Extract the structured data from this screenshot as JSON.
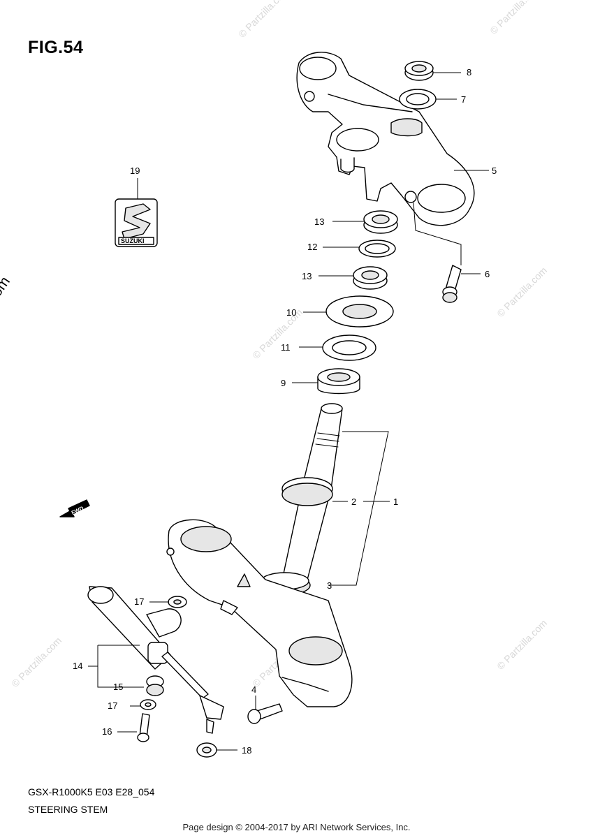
{
  "figure": {
    "title": "FIG.54",
    "model_code": "GSX-R1000K5 E03 E28_054",
    "section_name": "STEERING STEM"
  },
  "footer": "Page design © 2004-2017 by ARI Network Services, Inc.",
  "copyright_mark": "© Partzilla.com",
  "watermark_text": "© Partzilla.com",
  "emblem": {
    "brand": "SUZUKI"
  },
  "fwd_arrow": {
    "label": "FWD"
  },
  "callouts": [
    {
      "id": "c8",
      "label": "8"
    },
    {
      "id": "c7",
      "label": "7"
    },
    {
      "id": "c5",
      "label": "5"
    },
    {
      "id": "c19",
      "label": "19"
    },
    {
      "id": "c6",
      "label": "6"
    },
    {
      "id": "c13a",
      "label": "13"
    },
    {
      "id": "c12",
      "label": "12"
    },
    {
      "id": "c13b",
      "label": "13"
    },
    {
      "id": "c10",
      "label": "10"
    },
    {
      "id": "c11",
      "label": "11"
    },
    {
      "id": "c9",
      "label": "9"
    },
    {
      "id": "c2",
      "label": "2"
    },
    {
      "id": "c1",
      "label": "1"
    },
    {
      "id": "c3",
      "label": "3"
    },
    {
      "id": "c17a",
      "label": "17"
    },
    {
      "id": "c14",
      "label": "14"
    },
    {
      "id": "c15",
      "label": "15"
    },
    {
      "id": "c17b",
      "label": "17"
    },
    {
      "id": "c16",
      "label": "16"
    },
    {
      "id": "c4",
      "label": "4"
    },
    {
      "id": "c18",
      "label": "18"
    }
  ],
  "colors": {
    "line": "#000000",
    "part_fill": "#ffffff",
    "shade": "#e6e6e6",
    "watermark": "#d8d8d8"
  }
}
